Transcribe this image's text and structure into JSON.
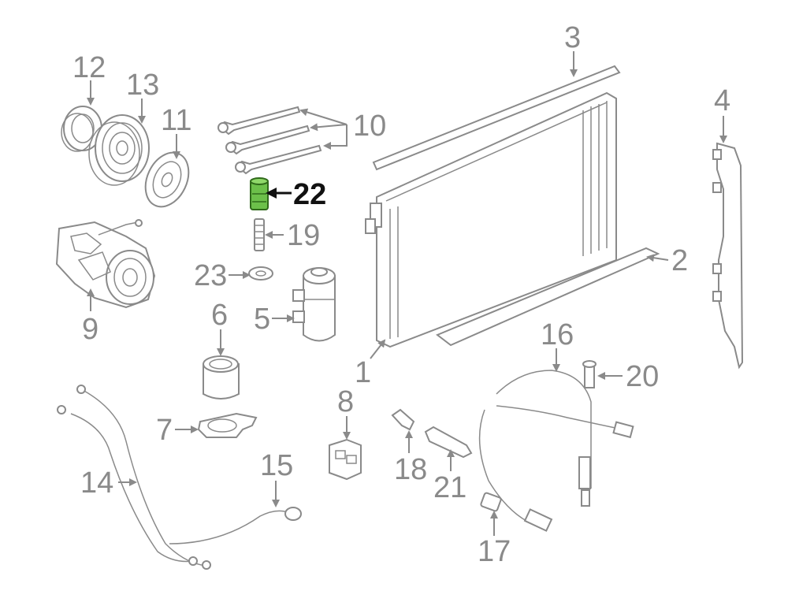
{
  "diagram": {
    "highlight_color": "#6cc04a",
    "highlighted_part": "22",
    "callouts": {
      "c1": "1",
      "c2": "2",
      "c3": "3",
      "c4": "4",
      "c5": "5",
      "c6": "6",
      "c7": "7",
      "c8": "8",
      "c9": "9",
      "c10": "10",
      "c11": "11",
      "c12": "12",
      "c13": "13",
      "c14": "14",
      "c15": "15",
      "c16": "16",
      "c17": "17",
      "c18": "18",
      "c19": "19",
      "c20": "20",
      "c21": "21",
      "c22": "22",
      "c23": "23"
    }
  }
}
